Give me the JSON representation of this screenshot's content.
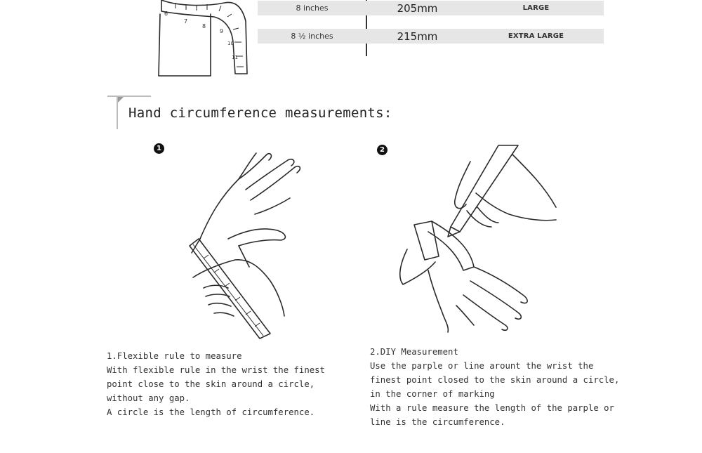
{
  "size_table": {
    "rows": [
      {
        "inches": "8 inches",
        "mm": "205mm",
        "size": "LARGE"
      },
      {
        "inches": "8 ½ inches",
        "mm": "215mm",
        "size": "EXTRA LARGE"
      }
    ]
  },
  "section": {
    "heading": "Hand circumference measurements:"
  },
  "tape_numbers": [
    "6",
    "7",
    "8",
    "9",
    "10",
    "11"
  ],
  "steps": [
    {
      "marker": "1",
      "lines": [
        "1.Flexible rule to measure",
        "With flexible rule in the wrist the finest",
        "point close to the skin around a circle,",
        "without any gap.",
        "A circle is the length of circumference."
      ]
    },
    {
      "marker": "2",
      "lines": [
        "2.DIY Measurement",
        "Use the parple or line arount the wrist the",
        "finest point closed to the skin around a circle,",
        "in the corner of marking",
        "With a rule measure the length of the parple or",
        "line is the circumference."
      ]
    }
  ]
}
